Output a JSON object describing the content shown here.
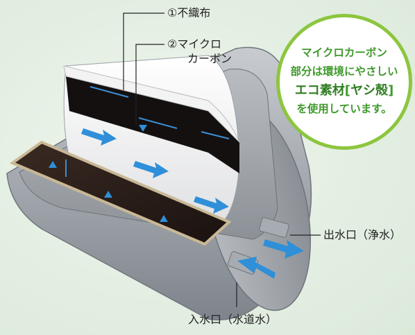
{
  "labels": {
    "nonwoven": "①不織布",
    "microcarbon_line1": "②マイクロ",
    "microcarbon_line2": "カーボン",
    "outlet": "出水口（浄水）",
    "inlet": "入水口（水道水）"
  },
  "callout": {
    "line1": "マイクロカーボン",
    "line2": "部分は環境にやさしい",
    "line3_bold": "エコ素材",
    "line3_bracket_open": "[",
    "line3_bracket_word": "ヤシ殻",
    "line3_bracket_close": "]",
    "line4": "を使用しています。"
  },
  "colors": {
    "background": "#e3efe1",
    "callout_border": "#8cc63f",
    "callout_text": "#3f9a2c",
    "arrow": "#2f8fd8",
    "housing": "#9ea2a8"
  }
}
